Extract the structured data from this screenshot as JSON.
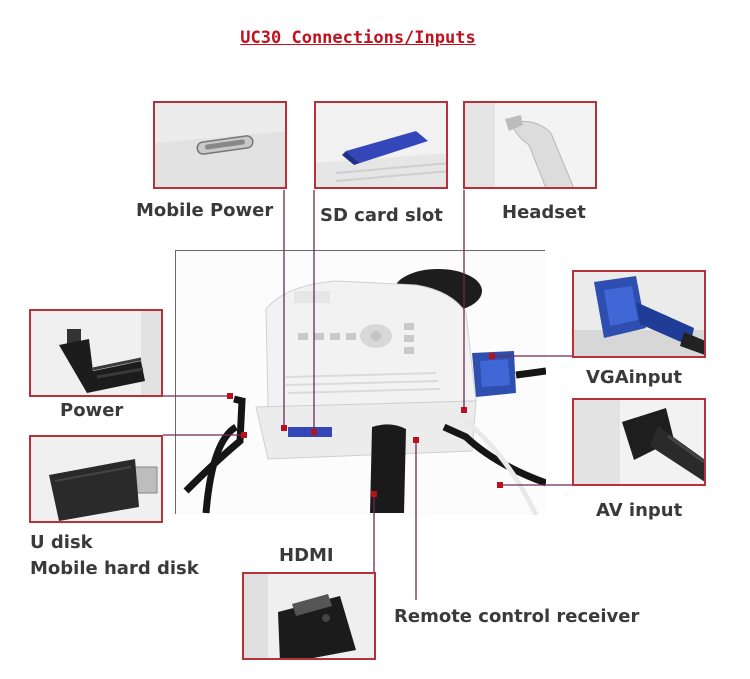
{
  "title": "UC30 Connections/Inputs",
  "labels": {
    "mobile_power": "Mobile Power",
    "sd_card_slot": "SD card slot",
    "headset": "Headset",
    "power": "Power",
    "vga_input": "VGAinput",
    "u_disk": "U disk",
    "mobile_hard_disk": "Mobile hard disk",
    "av_input": "AV input",
    "hdmi": "HDMI",
    "remote_control_receiver": "Remote control receiver"
  },
  "colors": {
    "title": "#c0111f",
    "frame": "#b5323a",
    "leader_line": "#6b2a55",
    "label_text": "#3a3a3a",
    "vga_blue": "#2e4fb0",
    "sd_blue": "#3347b8"
  }
}
